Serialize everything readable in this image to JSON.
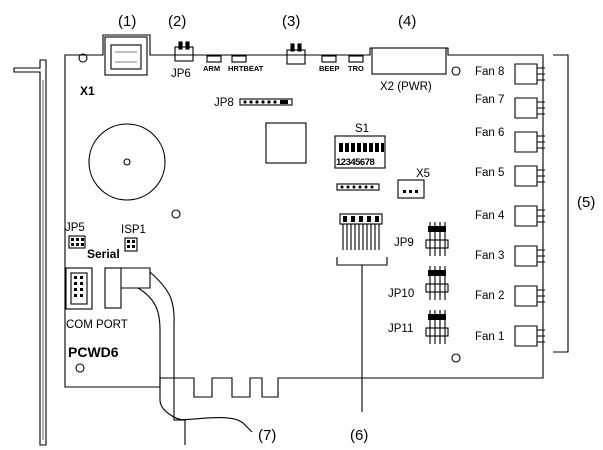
{
  "callouts": [
    "(1)",
    "(2)",
    "(3)",
    "(4)",
    "(5)",
    "(6)",
    "(7)"
  ],
  "labels": {
    "x1": "X1",
    "jp6": "JP6",
    "arm": "ARM",
    "hrtbeat": "HRTBEAT",
    "beep": "BEEP",
    "tro": "TRO",
    "x2": "X2 (PWR)",
    "jp8": "JP8",
    "s1": "S1",
    "dip_numbers": "12345678",
    "x5": "X5",
    "jp5": "JP5",
    "isp1": "ISP1",
    "serial": "Serial",
    "com_port": "COM PORT",
    "pcwd6": "PCWD6",
    "jp9": "JP9",
    "jp10": "JP10",
    "jp11": "JP11"
  },
  "fans": [
    "Fan 8",
    "Fan 7",
    "Fan 6",
    "Fan 5",
    "Fan 4",
    "Fan 3",
    "Fan 2",
    "Fan 1"
  ]
}
